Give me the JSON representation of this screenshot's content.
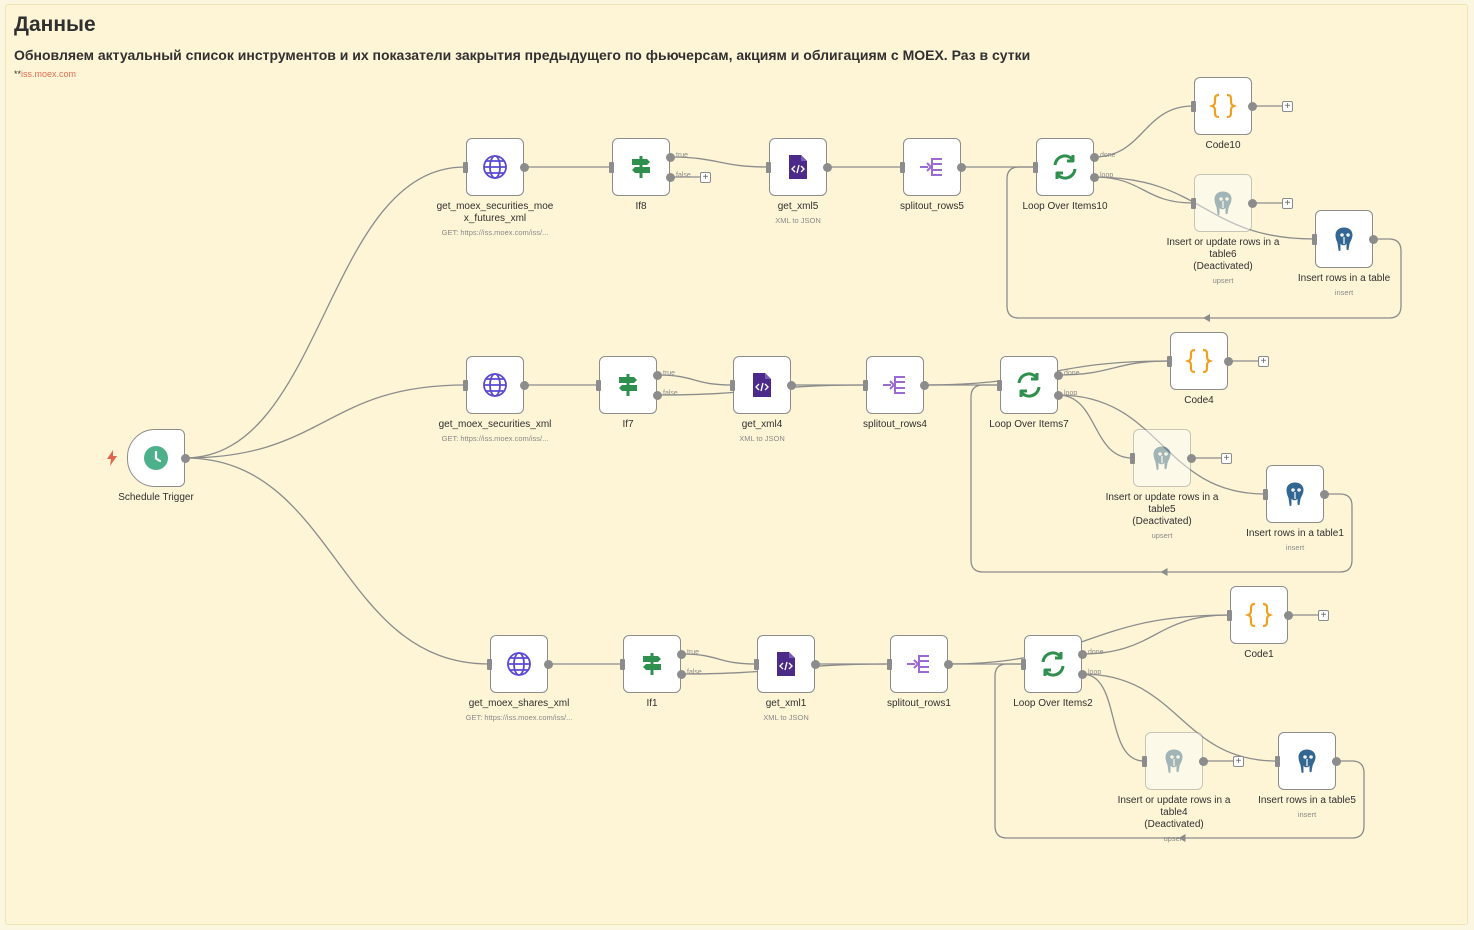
{
  "note": {
    "title": "Данные",
    "description": "Обновляем актуальный список инструментов и их показатели закрытия предыдущего по фьючерсам, акциям и облигациям с MOEX. Раз в сутки",
    "link_prefix": "**",
    "link_text": "iss.moex.com"
  },
  "colors": {
    "accent_green": "#2f8f4e",
    "http_blue": "#5a4ad1",
    "xml_purple": "#4b2a8a",
    "split_purple": "#9b6bd3",
    "code_orange": "#f0a020",
    "pg_blue": "#336791",
    "trigger_green": "#4cb08a"
  },
  "nodes": [
    {
      "id": "trigger",
      "label": "Schedule Trigger",
      "sub": "",
      "icon": "clock-icon"
    },
    {
      "id": "http1",
      "label": "get_moex_securities_moe\nx_futures_xml",
      "sub": "GET: https://iss.moex.com/iss/...",
      "icon": "globe-icon"
    },
    {
      "id": "if8",
      "label": "If8",
      "sub": "",
      "icon": "signpost-icon"
    },
    {
      "id": "xml5",
      "label": "get_xml5",
      "sub": "XML to JSON",
      "icon": "xml-file-icon"
    },
    {
      "id": "split5",
      "label": "splitout_rows5",
      "sub": "",
      "icon": "split-icon"
    },
    {
      "id": "loop10",
      "label": "Loop Over Items10",
      "sub": "",
      "icon": "refresh-icon"
    },
    {
      "id": "code10",
      "label": "Code10",
      "sub": "",
      "icon": "code-braces-icon"
    },
    {
      "id": "pgup6",
      "label": "Insert or update rows in a\ntable6\n(Deactivated)",
      "sub": "upsert",
      "icon": "postgres-icon"
    },
    {
      "id": "pgins",
      "label": "Insert rows in a table",
      "sub": "insert",
      "icon": "postgres-icon"
    },
    {
      "id": "http2",
      "label": "get_moex_securities_xml",
      "sub": "GET: https://iss.moex.com/iss/...",
      "icon": "globe-icon"
    },
    {
      "id": "if7",
      "label": "If7",
      "sub": "",
      "icon": "signpost-icon"
    },
    {
      "id": "xml4",
      "label": "get_xml4",
      "sub": "XML to JSON",
      "icon": "xml-file-icon"
    },
    {
      "id": "split4",
      "label": "splitout_rows4",
      "sub": "",
      "icon": "split-icon"
    },
    {
      "id": "loop7",
      "label": "Loop Over Items7",
      "sub": "",
      "icon": "refresh-icon"
    },
    {
      "id": "code4",
      "label": "Code4",
      "sub": "",
      "icon": "code-braces-icon"
    },
    {
      "id": "pgup5",
      "label": "Insert or update rows in a\ntable5\n(Deactivated)",
      "sub": "upsert",
      "icon": "postgres-icon"
    },
    {
      "id": "pgins1",
      "label": "Insert rows in a table1",
      "sub": "insert",
      "icon": "postgres-icon"
    },
    {
      "id": "http3",
      "label": "get_moex_shares_xml",
      "sub": "GET: https://iss.moex.com/iss/...",
      "icon": "globe-icon"
    },
    {
      "id": "if1",
      "label": "If1",
      "sub": "",
      "icon": "signpost-icon"
    },
    {
      "id": "xml1",
      "label": "get_xml1",
      "sub": "XML to JSON",
      "icon": "xml-file-icon"
    },
    {
      "id": "split1",
      "label": "splitout_rows1",
      "sub": "",
      "icon": "split-icon"
    },
    {
      "id": "loop2",
      "label": "Loop Over Items2",
      "sub": "",
      "icon": "refresh-icon"
    },
    {
      "id": "code1",
      "label": "Code1",
      "sub": "",
      "icon": "code-braces-icon"
    },
    {
      "id": "pgup4",
      "label": "Insert or update rows in a\ntable4\n(Deactivated)",
      "sub": "upsert",
      "icon": "postgres-icon"
    },
    {
      "id": "pgins5",
      "label": "Insert rows in a table5",
      "sub": "insert",
      "icon": "postgres-icon"
    }
  ],
  "port_labels": {
    "true": "true",
    "false": "false",
    "done": "done",
    "loop": "loop"
  },
  "plus_symbol": "+"
}
